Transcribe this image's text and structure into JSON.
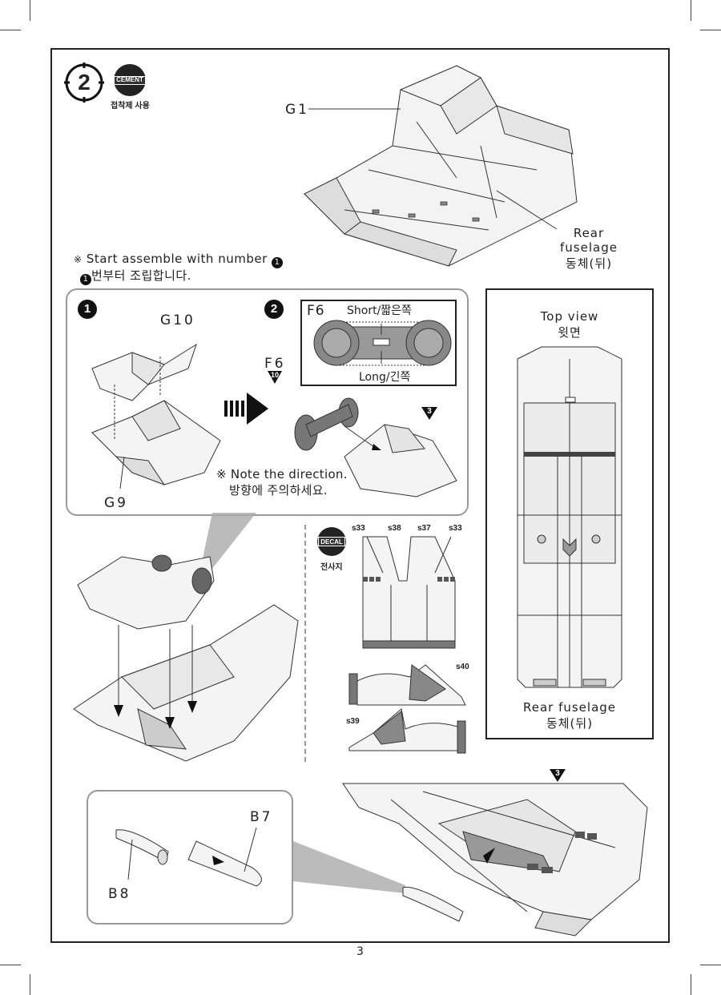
{
  "step": {
    "number": "2",
    "cement_badge": "CEMENT",
    "cement_caption": "접착제 사용"
  },
  "parts": {
    "g1": "G1",
    "g10": "G10",
    "g9": "G9",
    "f6_insert": "F6",
    "f6_part": "F6",
    "b7": "B7",
    "b8": "B8"
  },
  "rear_fuselage": {
    "label_en": "Rear fuselage",
    "label_ko": "동체(뒤)"
  },
  "start_note": {
    "prefix": "※",
    "en": "Start assemble with number",
    "marker": "1",
    "ko": "번부터 조립합니다."
  },
  "sub_steps": {
    "step1": "1",
    "step2": "2"
  },
  "f6_detail": {
    "short": "Short/짧은쪽",
    "long": "Long/긴쪽"
  },
  "callouts": {
    "f6_ref": "10",
    "ref_a": "3",
    "ref_b": "3"
  },
  "direction_note": {
    "en": "※ Note the direction.",
    "ko": "방향에 주의하세요."
  },
  "decal": {
    "badge": "DECAL",
    "caption": "전사지",
    "labels": [
      "s33",
      "s38",
      "s37",
      "s33"
    ],
    "s40": "s40",
    "s39": "s39"
  },
  "top_view": {
    "title_en": "Top view",
    "title_ko": "윗면",
    "caption_en": "Rear fuselage",
    "caption_ko": "동체(뒤)"
  },
  "page_number": "3"
}
